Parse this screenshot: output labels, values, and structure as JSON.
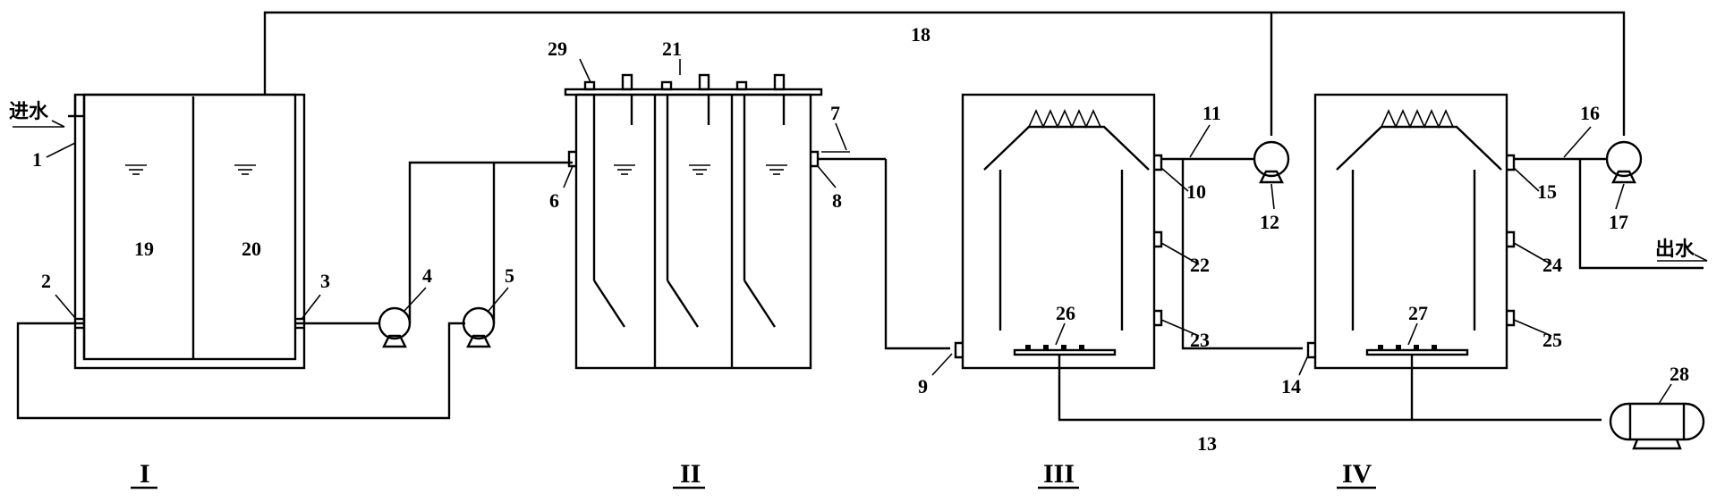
{
  "labels": {
    "inlet": "进水",
    "outlet": "出水",
    "n1": "1",
    "n2": "2",
    "n3": "3",
    "n4": "4",
    "n5": "5",
    "n6": "6",
    "n7": "7",
    "n8": "8",
    "n9": "9",
    "n10": "10",
    "n11": "11",
    "n12": "12",
    "n13": "13",
    "n14": "14",
    "n15": "15",
    "n16": "16",
    "n17": "17",
    "n18": "18",
    "n19": "19",
    "n20": "20",
    "n21": "21",
    "n22": "22",
    "n23": "23",
    "n24": "24",
    "n25": "25",
    "n26": "26",
    "n27": "27",
    "n28": "28",
    "n29": "29"
  },
  "stages": {
    "s1": "I",
    "s2": "II",
    "s3": "III",
    "s4": "IV"
  }
}
